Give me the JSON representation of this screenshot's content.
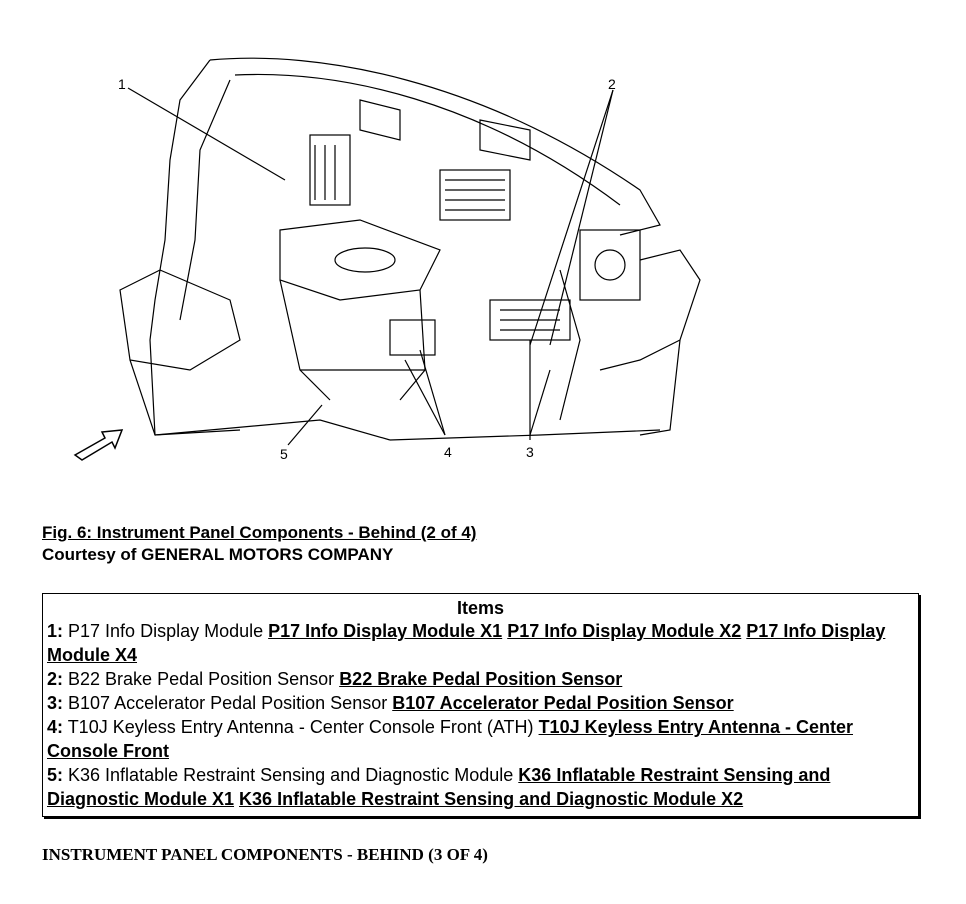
{
  "figure": {
    "callouts": [
      "1",
      "2",
      "3",
      "4",
      "5"
    ]
  },
  "caption": {
    "title": "Fig. 6: Instrument Panel Components - Behind (2 of 4)",
    "courtesy": "Courtesy of GENERAL MOTORS COMPANY"
  },
  "items": {
    "header": "Items",
    "rows": [
      {
        "num": "1:",
        "name": " P17 Info Display Module ",
        "links": [
          "P17 Info Display Module X1",
          "P17 Info Display Module X2",
          "P17 Info Display Module X4"
        ]
      },
      {
        "num": "2:",
        "name": " B22 Brake Pedal Position Sensor ",
        "links": [
          "B22 Brake Pedal Position Sensor"
        ]
      },
      {
        "num": "3:",
        "name": " B107 Accelerator Pedal Position Sensor ",
        "links": [
          "B107 Accelerator Pedal Position Sensor"
        ]
      },
      {
        "num": "4:",
        "name": " T10J Keyless Entry Antenna - Center Console Front (ATH) ",
        "links": [
          "T10J Keyless Entry Antenna - Center Console Front"
        ]
      },
      {
        "num": "5:",
        "name": " K36 Inflatable Restraint Sensing and Diagnostic Module ",
        "links": [
          "K36 Inflatable Restraint Sensing and Diagnostic Module X1",
          "K36 Inflatable Restraint Sensing and Diagnostic Module X2"
        ]
      }
    ]
  },
  "bottom_heading": "INSTRUMENT PANEL COMPONENTS - BEHIND (3 OF 4)"
}
